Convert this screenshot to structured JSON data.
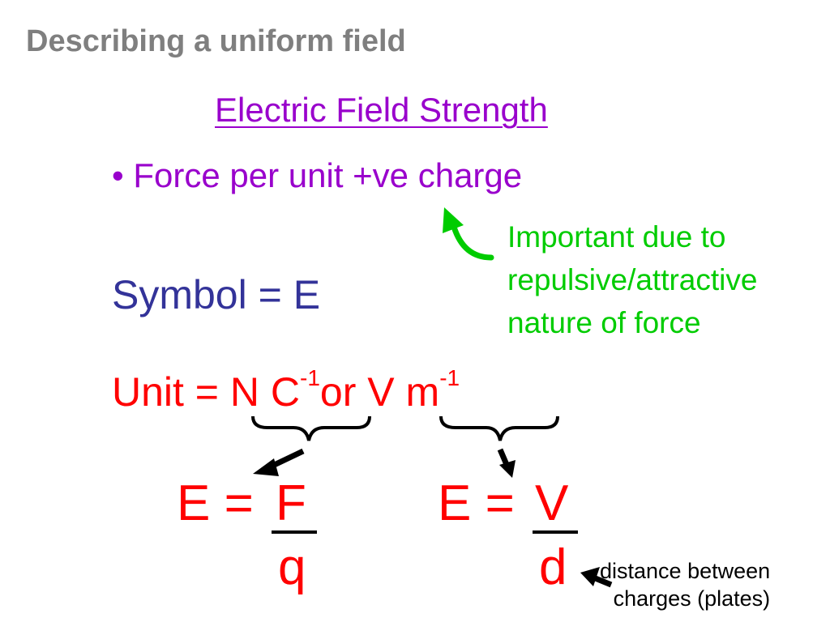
{
  "title": "Describing a uniform field",
  "subtitle": "Electric Field Strength",
  "bullet": "• Force per unit +ve charge",
  "note": {
    "line1": "Important due to",
    "line2": "repulsive/attractive",
    "line3": "nature of force"
  },
  "symbol": "Symbol = E",
  "unit": {
    "prefix": "Unit = ",
    "u1": "N C",
    "u1_exp": "-1",
    "or": "or ",
    "u2": "V m",
    "u2_exp": "-1"
  },
  "eq1": {
    "lhs": "E = ",
    "num": "F",
    "den": "q"
  },
  "eq2": {
    "lhs": "E = ",
    "num": "V",
    "den": "d"
  },
  "distance_note": {
    "line1": "distance between",
    "line2": "charges (plates)"
  },
  "colors": {
    "title": "#7f7f7f",
    "purple": "#9900cc",
    "blue": "#333399",
    "red": "#ff0000",
    "green": "#00cc00"
  }
}
